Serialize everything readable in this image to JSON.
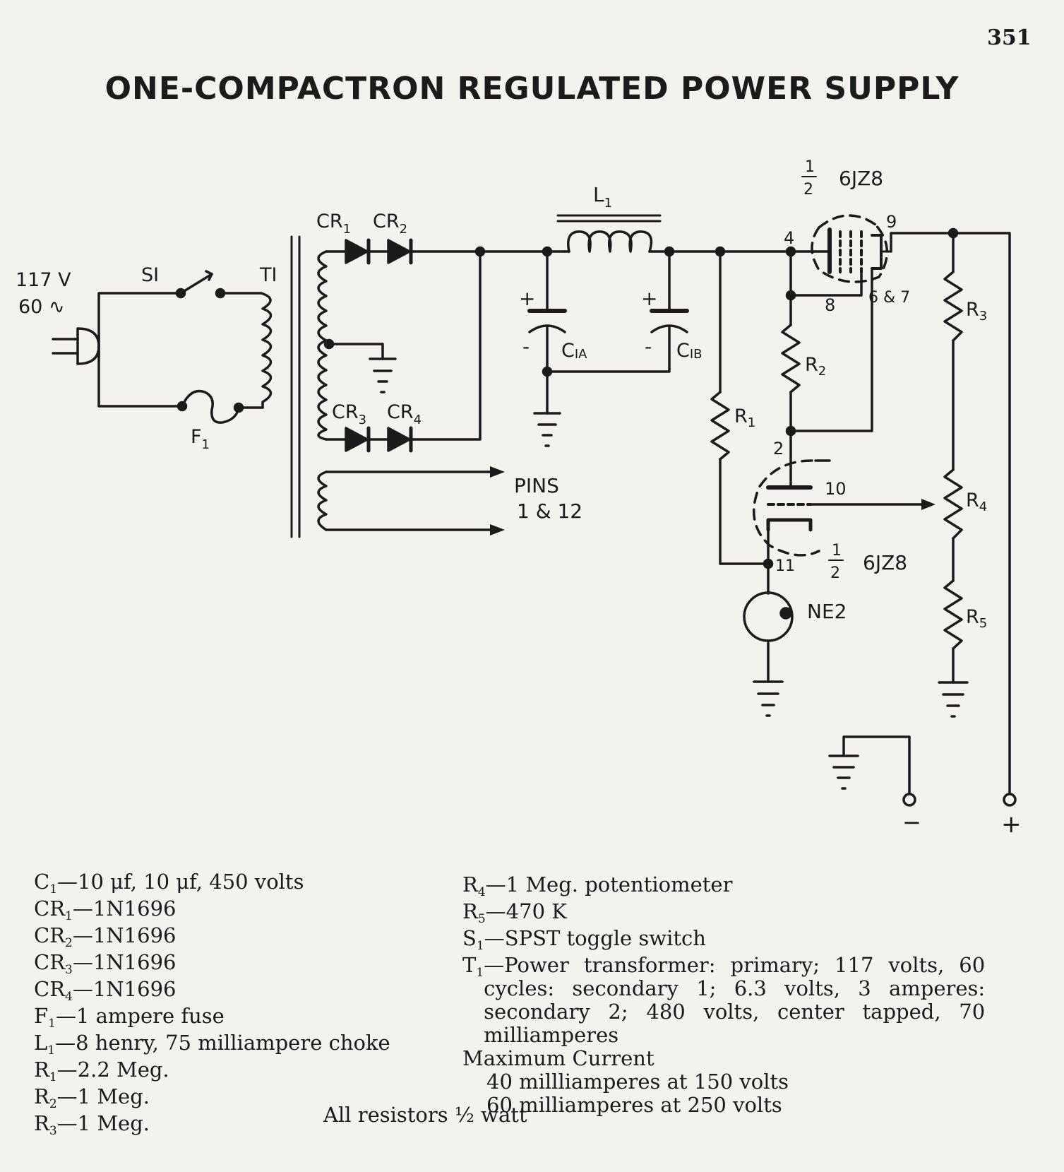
{
  "page_number": "351",
  "title": "ONE-COMPACTRON REGULATED POWER SUPPLY",
  "schematic": {
    "input_voltage": "117 V",
    "input_freq": "60 ∿",
    "switch": "SI",
    "transformer": "TI",
    "fuse": "F",
    "fuse_sub": "1",
    "diodes": [
      "CR",
      "CR",
      "CR",
      "CR"
    ],
    "diode_subs": [
      "1",
      "2",
      "3",
      "4"
    ],
    "inductor": "L",
    "inductor_sub": "1",
    "cap_a": "C",
    "cap_a_sub": "IA",
    "cap_b": "C",
    "cap_b_sub": "IB",
    "plus": "+",
    "minus": "-",
    "pins_label_1": "PINS",
    "pins_label_2": "1 & 12",
    "tube_fraction_num": "1",
    "tube_fraction_den": "2",
    "tube_type": "6JZ8",
    "tube_pins": {
      "p4": "4",
      "p9": "9",
      "p8": "8",
      "p67": "6 & 7",
      "p2": "2",
      "p10": "10",
      "p11": "11"
    },
    "resistors": [
      "R",
      "R",
      "R",
      "R",
      "R"
    ],
    "resistor_subs": [
      "1",
      "2",
      "3",
      "4",
      "5"
    ],
    "neon": "NE2",
    "out_minus": "−",
    "out_plus": "+"
  },
  "parts_left": [
    {
      "ref": "C",
      "sub": "1",
      "desc": "—10 μf, 10 μf, 450 volts"
    },
    {
      "ref": "CR",
      "sub": "1",
      "desc": "—1N1696"
    },
    {
      "ref": "CR",
      "sub": "2",
      "desc": "—1N1696"
    },
    {
      "ref": "CR",
      "sub": "3",
      "desc": "—1N1696"
    },
    {
      "ref": "CR",
      "sub": "4",
      "desc": "—1N1696"
    },
    {
      "ref": "F",
      "sub": "1",
      "desc": "—1 ampere fuse"
    },
    {
      "ref": "L",
      "sub": "1",
      "desc": "—8 henry, 75 milliampere choke"
    },
    {
      "ref": "R",
      "sub": "1",
      "desc": "—2.2 Meg."
    },
    {
      "ref": "R",
      "sub": "2",
      "desc": "—1 Meg."
    },
    {
      "ref": "R",
      "sub": "3",
      "desc": "—1 Meg."
    }
  ],
  "parts_right": [
    {
      "ref": "R",
      "sub": "4",
      "desc": "—1 Meg. potentiometer"
    },
    {
      "ref": "R",
      "sub": "5",
      "desc": "—470 K"
    },
    {
      "ref": "S",
      "sub": "1",
      "desc": "—SPST toggle switch"
    }
  ],
  "transformer_spec": {
    "ref": "T",
    "sub": "1",
    "desc": "—Power transformer: primary; 117 volts, 60 cycles: secondary 1; 6.3 volts, 3 amperes: secondary 2; 480 volts, center tapped, 70 milliamperes"
  },
  "max_current": {
    "heading": "Maximum Current",
    "lines": [
      "40 millliamperes at 150 volts",
      "60 milliamperes at 250 volts"
    ]
  },
  "footnote": "All resistors ½ watt"
}
